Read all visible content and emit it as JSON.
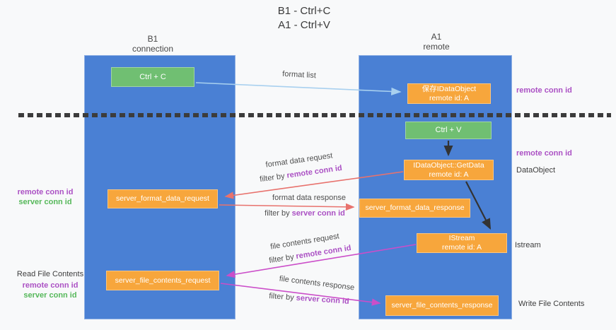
{
  "colors": {
    "lane_blue": "#4a80d4",
    "box_orange": "#f7a63c",
    "box_green": "#70bf72",
    "arrow_light_blue": "#a8d0ef",
    "arrow_red": "#e8726d",
    "arrow_magenta": "#cb4ec9",
    "arrow_black": "#333333",
    "text_purple": "#ab51c4",
    "text_green": "#56b85a",
    "text_dark": "#3d3d3d",
    "background": "#f8f9fa"
  },
  "title": {
    "line1": "B1 - Ctrl+C",
    "line2": "A1 - Ctrl+V"
  },
  "lanes": {
    "left": {
      "name": "B1",
      "sub": "connection"
    },
    "right": {
      "name": "A1",
      "sub": "remote"
    }
  },
  "nodes": {
    "ctrl_c": {
      "label": "Ctrl + C"
    },
    "ctrl_v": {
      "label": "Ctrl + V"
    },
    "save_idataobject": {
      "line1": "保存IDataObject",
      "line2": "remote id: A"
    },
    "getdata": {
      "line1": "IDataObject::GetData",
      "line2": "remote id: A"
    },
    "istream": {
      "line1": "IStream",
      "line2": "remote id: A"
    },
    "format_request": {
      "label": "server_format_data_request"
    },
    "format_response": {
      "label": "server_format_data_response"
    },
    "file_request": {
      "label": "server_file_contents_request"
    },
    "file_response": {
      "label": "server_file_contents_response"
    }
  },
  "flow_labels": {
    "format_list": "format list",
    "format_data_request": "format data request",
    "format_data_response": "format data response",
    "file_contents_request": "file contents request",
    "file_contents_response": "file contents response",
    "filter_by": "filter by ",
    "remote_conn_id": "remote conn id",
    "server_conn_id": "server conn id"
  },
  "side_labels": {
    "right_remote_conn_top": "remote conn id",
    "right_remote_conn_mid": "remote conn id",
    "dataobject": "DataObject",
    "istream": "Istream",
    "write_file_contents": "Write File Contents",
    "read_file_contents": "Read File Contents",
    "left_remote_conn": "remote conn id",
    "left_server_conn": "server conn id"
  }
}
